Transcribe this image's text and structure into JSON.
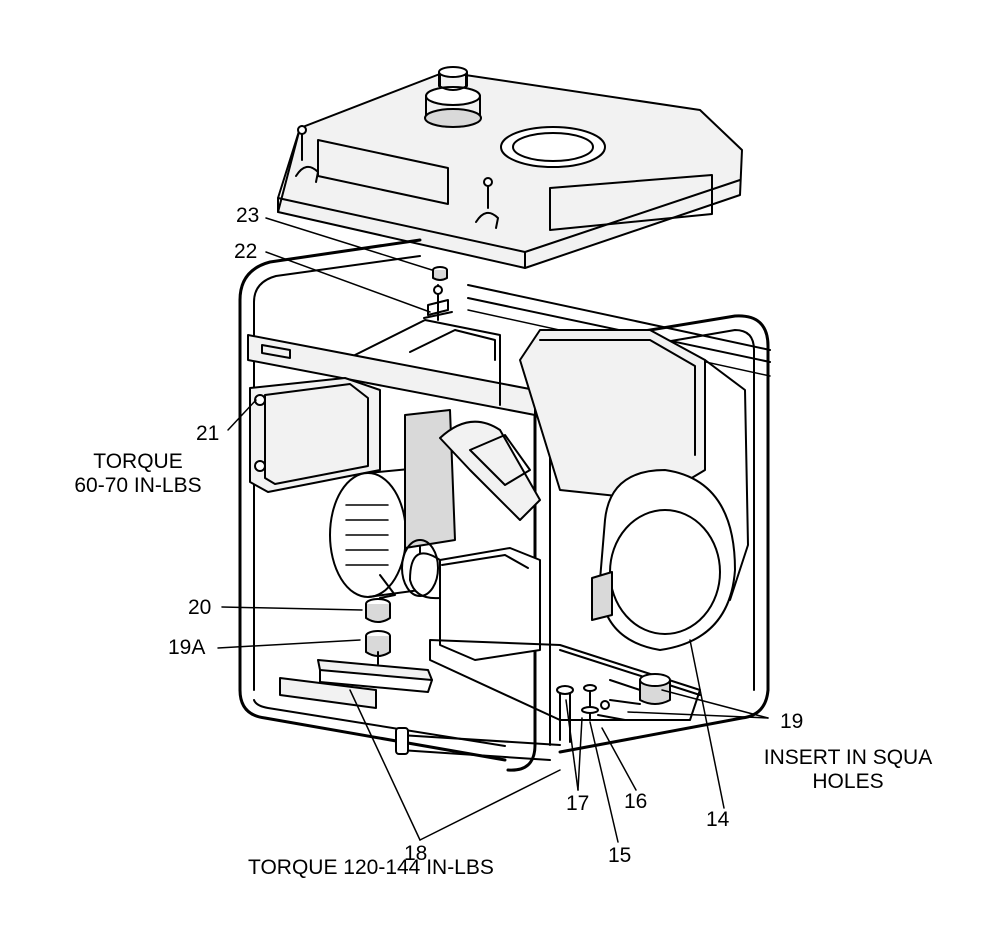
{
  "diagram": {
    "part_labels": [
      "23",
      "22",
      "21",
      "20",
      "19A",
      "18",
      "17",
      "15",
      "16",
      "14",
      "19"
    ],
    "notes": {
      "torque_frame": [
        "TORQUE",
        "60-70 IN-LBS"
      ],
      "insert_holes": [
        "INSERT IN SQUA",
        "HOLES"
      ],
      "torque_base": "TORQUE 120-144 IN-LBS"
    },
    "colors": {
      "line": "#000000",
      "fill_light": "#f2f2f2",
      "fill_mid": "#d9d9d9",
      "background": "#ffffff"
    }
  }
}
